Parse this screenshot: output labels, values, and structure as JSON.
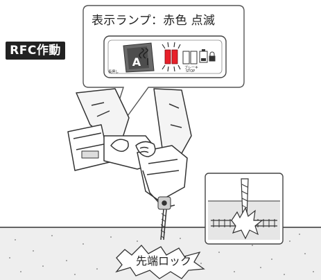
{
  "badge": {
    "label": "RFC作動"
  },
  "callout": {
    "title": "表示ランプ：赤色 点滅"
  },
  "panel": {
    "mode_letter": "A",
    "small_label": "長押し",
    "status_text": "ブレーキ",
    "status_text2": "STOP",
    "lamp_color": "#e8202a",
    "lamp_state": "blinking"
  },
  "scene": {
    "tip_label": "先端ロック"
  },
  "icons": [
    "drill-icon",
    "battery-icon",
    "lock-icon"
  ]
}
